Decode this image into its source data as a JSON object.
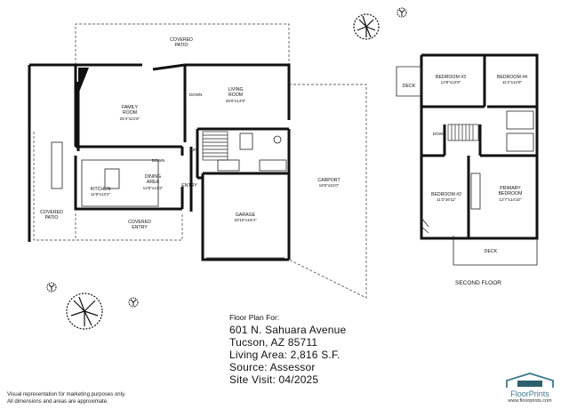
{
  "rooms": {
    "covered_patio_top": {
      "name": "COVERED\nPATIO",
      "dims": ""
    },
    "family_room": {
      "name": "FAMILY\nROOM",
      "dims": "25'4\"x21'6\""
    },
    "living_room": {
      "name": "LIVING\nROOM",
      "dims": "25'0\"x14'9\""
    },
    "dining_area": {
      "name": "DINING\nAREA",
      "dims": "12'5\"x13'2\""
    },
    "kitchen": {
      "name": "KITCHEN",
      "dims": "11'8\"x13'2\""
    },
    "covered_patio_left": {
      "name": "COVERED\nPATIO",
      "dims": ""
    },
    "covered_entry": {
      "name": "COVERED\nENTRY",
      "dims": ""
    },
    "entry": {
      "name": "ENTRY",
      "dims": ""
    },
    "garage": {
      "name": "GARAGE",
      "dims": "20'10\"x19'4\""
    },
    "carport": {
      "name": "CARPORT",
      "dims": "18'6\"x31'0\""
    },
    "deck_upper": {
      "name": "DECK",
      "dims": ""
    },
    "bedroom_3": {
      "name": "BEDROOM #3",
      "dims": "12'8\"x12'8\""
    },
    "bedroom_4": {
      "name": "BEDROOM #4",
      "dims": "11'2\"x12'8\""
    },
    "bedroom_2": {
      "name": "BEDROOM #2",
      "dims": "11'2\"x9'11\""
    },
    "primary_bedroom": {
      "name": "PRIMARY\nBEDROOM",
      "dims": "12'7\"x14'10\""
    },
    "deck_lower": {
      "name": "DECK",
      "dims": ""
    }
  },
  "markers": {
    "down_main": "DOWN",
    "down_kitchen": "DOWN",
    "up_stair": "UP",
    "down_second": "DOWN"
  },
  "second_floor_label": "SECOND FLOOR",
  "info": {
    "header": "Floor Plan For:",
    "address_line1": "601 N. Sahuara Avenue",
    "address_line2": "Tucson, AZ  85711",
    "living_area": "Living Area:  2,816 S.F.",
    "source": "Source:  Assessor",
    "site_visit": "Site Visit:  04/2025"
  },
  "disclaimer": {
    "line1": "Visual representation for marketing purposes only.",
    "line2": "All dimensions and areas are approximate."
  },
  "brand": {
    "name": "FloorPrints",
    "url": "www.floorprints.com",
    "color": "#3c7a8c"
  }
}
